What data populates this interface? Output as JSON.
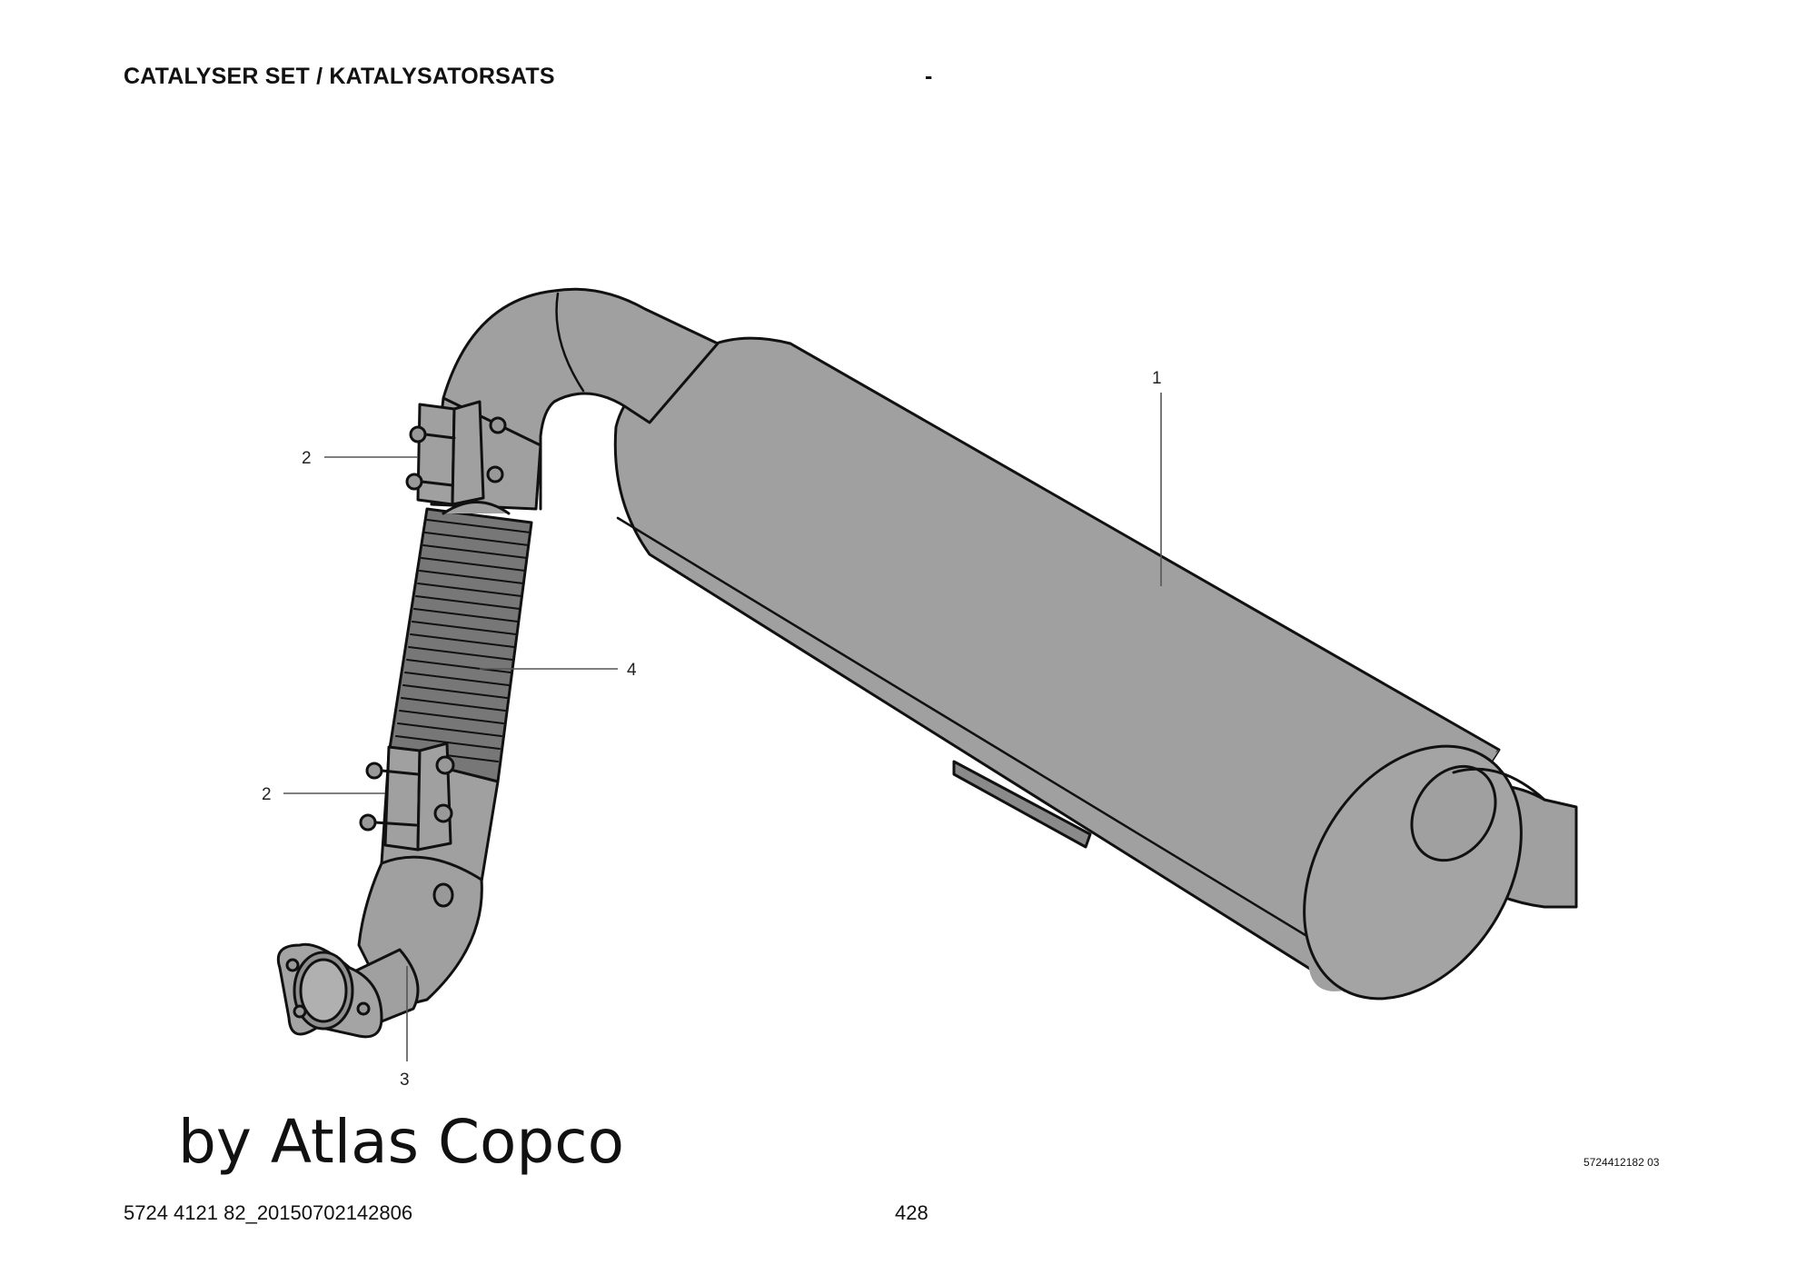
{
  "header": {
    "title": "CATALYSER SET / KATALYSATORSATS",
    "separator": "-"
  },
  "callouts": {
    "c1": "1",
    "c2a": "2",
    "c2b": "2",
    "c3": "3",
    "c4": "4"
  },
  "watermark": "by Atlas Copco",
  "drawing_ref": "5724412182 03",
  "footer": {
    "doc_number": "5724 4121 82_20150702142806",
    "page_number": "428"
  },
  "colors": {
    "part_fill": "#a0a0a0",
    "outline": "#111111",
    "background": "#ffffff"
  }
}
